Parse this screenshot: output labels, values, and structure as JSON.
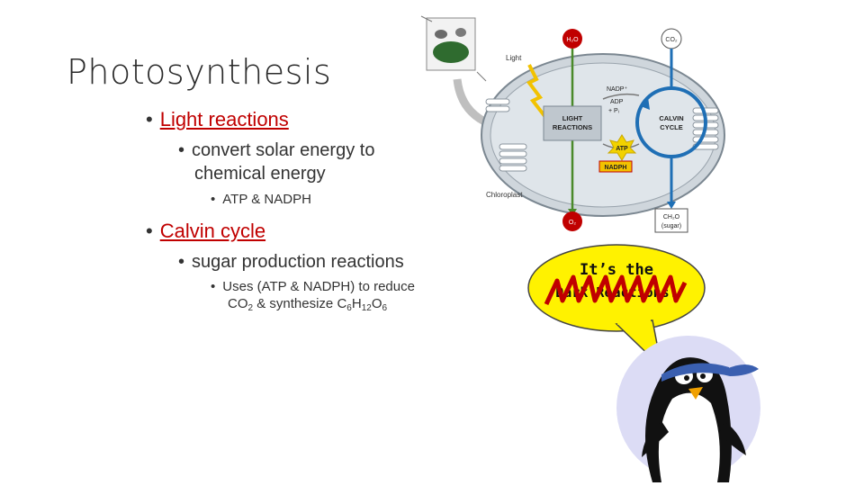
{
  "title": "Photosynthesis",
  "bullets": {
    "light": {
      "label": "Light reactions",
      "sub": "convert solar energy to",
      "sub2": "chemical energy",
      "subsub": "ATP & NADPH"
    },
    "calvin": {
      "label": "Calvin cycle",
      "sub": "sugar production reactions",
      "subsub_a": "Uses (ATP & NADPH) to reduce",
      "subsub_b_pre": "CO",
      "subsub_b_sub1": "2",
      "subsub_b_mid": " & synthesize C",
      "subsub_b_sub2": "6",
      "subsub_b_h": "H",
      "subsub_b_sub3": "12",
      "subsub_b_o": "O",
      "subsub_b_sub4": "6"
    }
  },
  "diagram": {
    "h2o": "H₂O",
    "co2": "CO₂",
    "light": "Light",
    "nadp": "NADP⁺",
    "adp": "ADP",
    "pi": "+ Pᵢ",
    "light_reactions": [
      "LIGHT",
      "REACTIONS"
    ],
    "calvin": [
      "CALVIN",
      "CYCLE"
    ],
    "atp": "ATP",
    "nadph": "NADPH",
    "chloroplast": "Chloroplast",
    "o2": "O₂",
    "ch2o": [
      "CH₂O",
      "(sugar)"
    ]
  },
  "bubble": {
    "line1": "It’s the",
    "line2": "Dark Reactions!"
  },
  "colors": {
    "red": "#c00000",
    "bubble": "#fff200",
    "arrow_blue": "#1f6fb5",
    "penguin_bg": "#dcdcf5"
  }
}
